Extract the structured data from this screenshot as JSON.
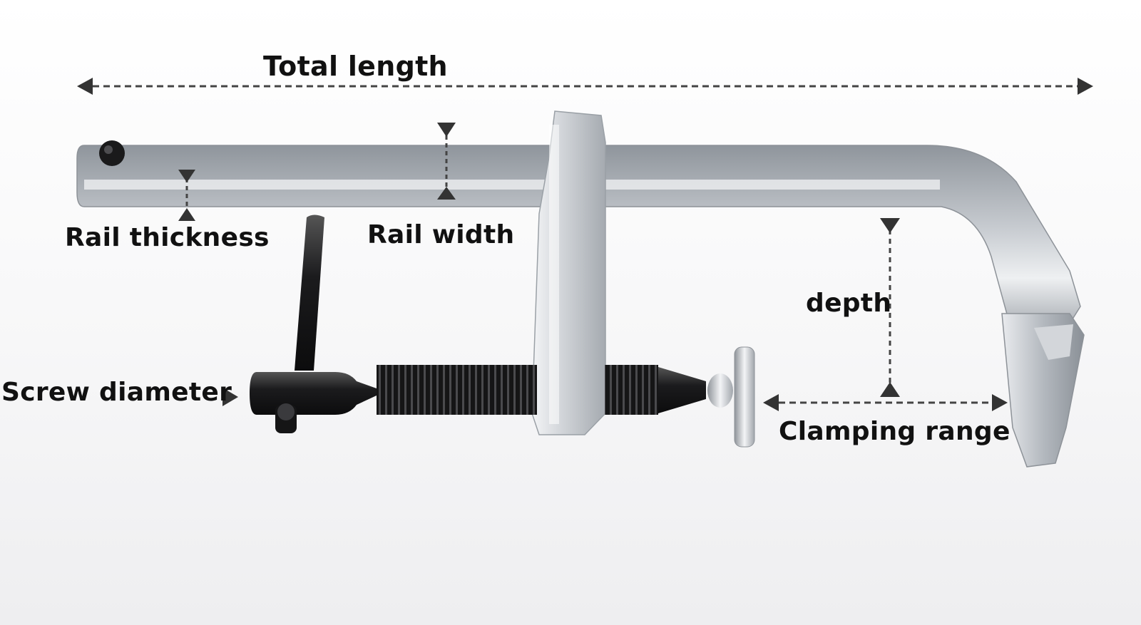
{
  "labels": {
    "total_length": "Total length",
    "rail_thickness": "Rail thickness",
    "rail_width": "Rail width",
    "depth": "depth",
    "screw_diameter": "Screw diameter",
    "clamping_range": "Clamping range"
  },
  "colors": {
    "dimension_line": "#444444",
    "arrowhead": "#333333",
    "rail_steel": "#b9bec4",
    "handle_black": "#1c1c1e",
    "label_text": "#111111"
  }
}
